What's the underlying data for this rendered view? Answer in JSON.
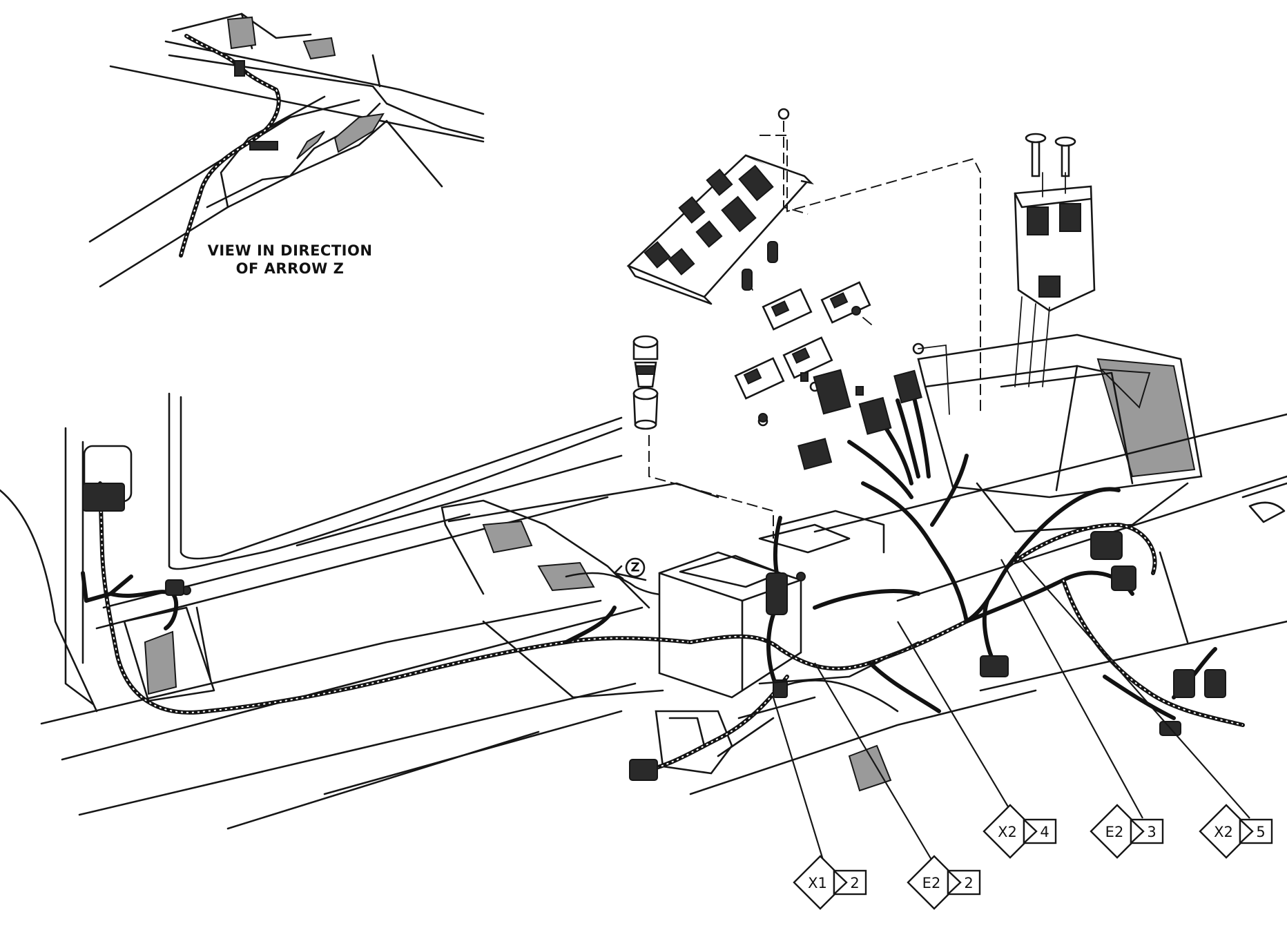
{
  "inset": {
    "caption_line1": "VIEW IN DIRECTION",
    "caption_line2": "OF ARROW Z"
  },
  "arrow_marker": {
    "label": "Z"
  },
  "callouts": [
    {
      "id": "x1-2",
      "letter": "X1",
      "number": "2"
    },
    {
      "id": "e2-2",
      "letter": "E2",
      "number": "2"
    },
    {
      "id": "x2-4",
      "letter": "X2",
      "number": "4"
    },
    {
      "id": "e2-3",
      "letter": "E2",
      "number": "3"
    },
    {
      "id": "x2-5",
      "letter": "X2",
      "number": "5"
    }
  ]
}
